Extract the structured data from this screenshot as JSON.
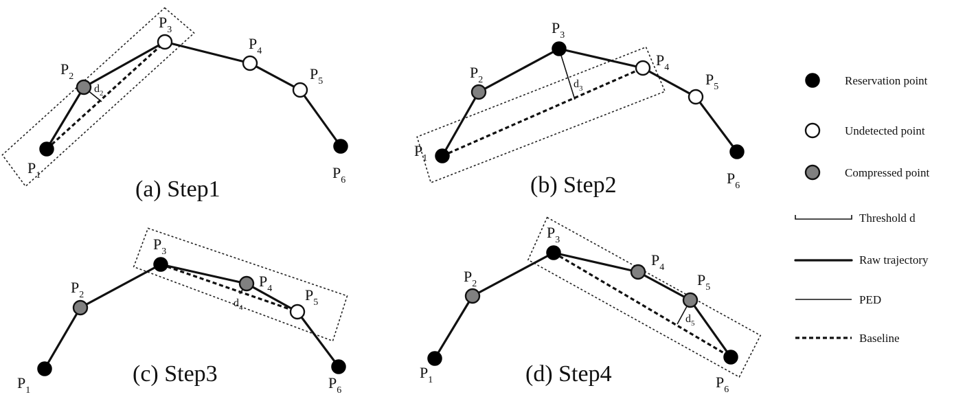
{
  "panels": {
    "a": {
      "caption": "(a) Step1",
      "labels": {
        "p1": "P",
        "p1_sub": "1",
        "p2": "P",
        "p2_sub": "2",
        "p3": "P",
        "p3_sub": "3",
        "p4": "P",
        "p4_sub": "4",
        "p5": "P",
        "p5_sub": "5",
        "p6": "P",
        "p6_sub": "6"
      },
      "distance": "d",
      "distance_sub": "2"
    },
    "b": {
      "caption": "(b) Step2",
      "labels": {
        "p1": "P",
        "p1_sub": "1",
        "p2": "P",
        "p2_sub": "2",
        "p3": "P",
        "p3_sub": "3",
        "p4": "P",
        "p4_sub": "4",
        "p5": "P",
        "p5_sub": "5",
        "p6": "P",
        "p6_sub": "6"
      },
      "distance": "d",
      "distance_sub": "3"
    },
    "c": {
      "caption": "(c) Step3",
      "labels": {
        "p1": "P",
        "p1_sub": "1",
        "p2": "P",
        "p2_sub": "2",
        "p3": "P",
        "p3_sub": "3",
        "p4": "P",
        "p4_sub": "4",
        "p5": "P",
        "p5_sub": "5",
        "p6": "P",
        "p6_sub": "6"
      },
      "distance": "d",
      "distance_sub": "4"
    },
    "d": {
      "caption": "(d) Step4",
      "labels": {
        "p1": "P",
        "p1_sub": "1",
        "p2": "P",
        "p2_sub": "2",
        "p3": "P",
        "p3_sub": "3",
        "p4": "P",
        "p4_sub": "4",
        "p5": "P",
        "p5_sub": "5",
        "p6": "P",
        "p6_sub": "6"
      },
      "distance": "d",
      "distance_sub": "5"
    }
  },
  "legend": {
    "reservation": "Reservation point",
    "undetected": "Undetected point",
    "compressed": "Compressed point",
    "threshold": "Threshold d",
    "raw": "Raw trajectory",
    "ped": "PED",
    "baseline": "Baseline"
  },
  "colors": {
    "reservation": "#000000",
    "undetected": "#ffffff",
    "compressed": "#808080"
  }
}
